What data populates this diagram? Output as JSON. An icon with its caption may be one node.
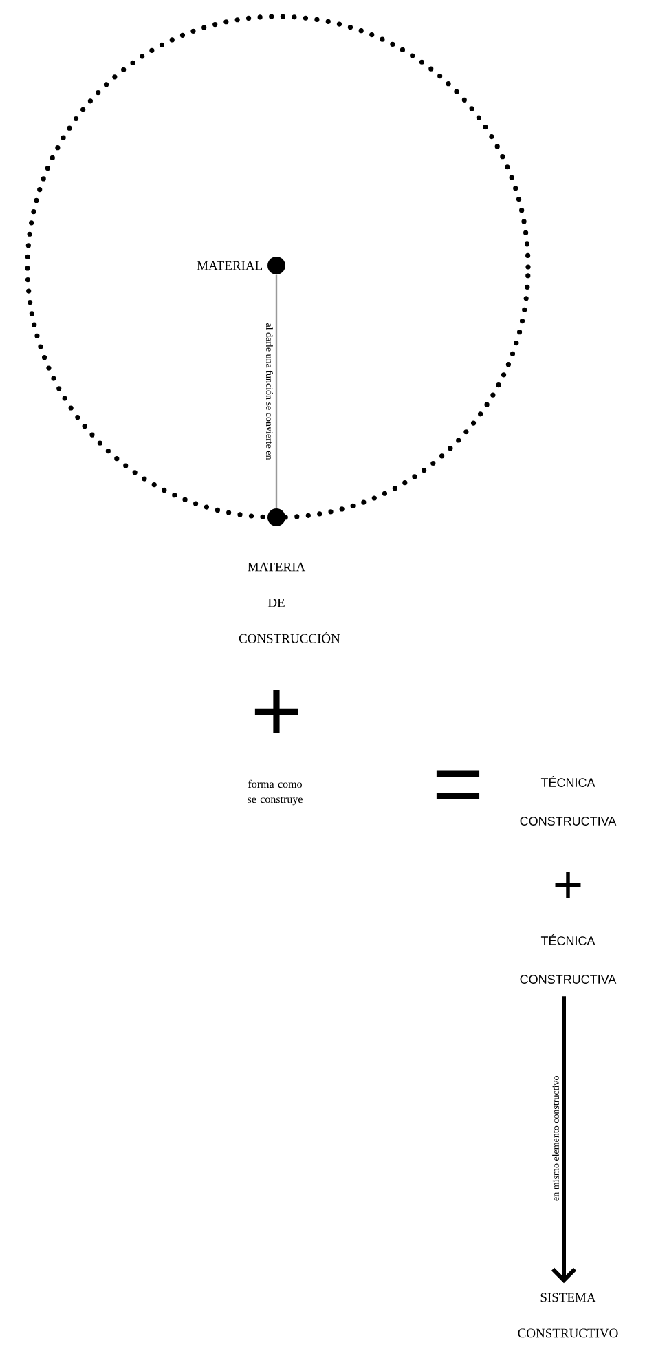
{
  "diagram": {
    "nodes": [
      {
        "text": [],
        "shape": "circle"
      },
      {
        "text": [
          "MATERIAL"
        ],
        "in": 0
      },
      {
        "text": [
          "MATERIA DE CONSTRUCCIÓN"
        ]
      },
      {
        "text": [
          "forma como se construye"
        ]
      },
      {
        "text": [
          "TÉCNICA CONSTRUCTIVA"
        ]
      },
      {
        "text": [
          "TÉCNICA CONSTRUCTIVA"
        ]
      },
      {
        "text": [
          "SISTEMA CONSTRUCTIVO"
        ]
      }
    ],
    "edges": [
      {
        "from": 1,
        "to": 2,
        "arrow": "none",
        "label": "al darle una función se convierte en",
        "color": "#999999"
      },
      {
        "from": 5,
        "to": 6,
        "arrow": "to",
        "label": "en mismo elemento constructivo",
        "style": "thick",
        "color": "#000000"
      }
    ],
    "labels": [
      "+",
      "=",
      "+"
    ]
  }
}
